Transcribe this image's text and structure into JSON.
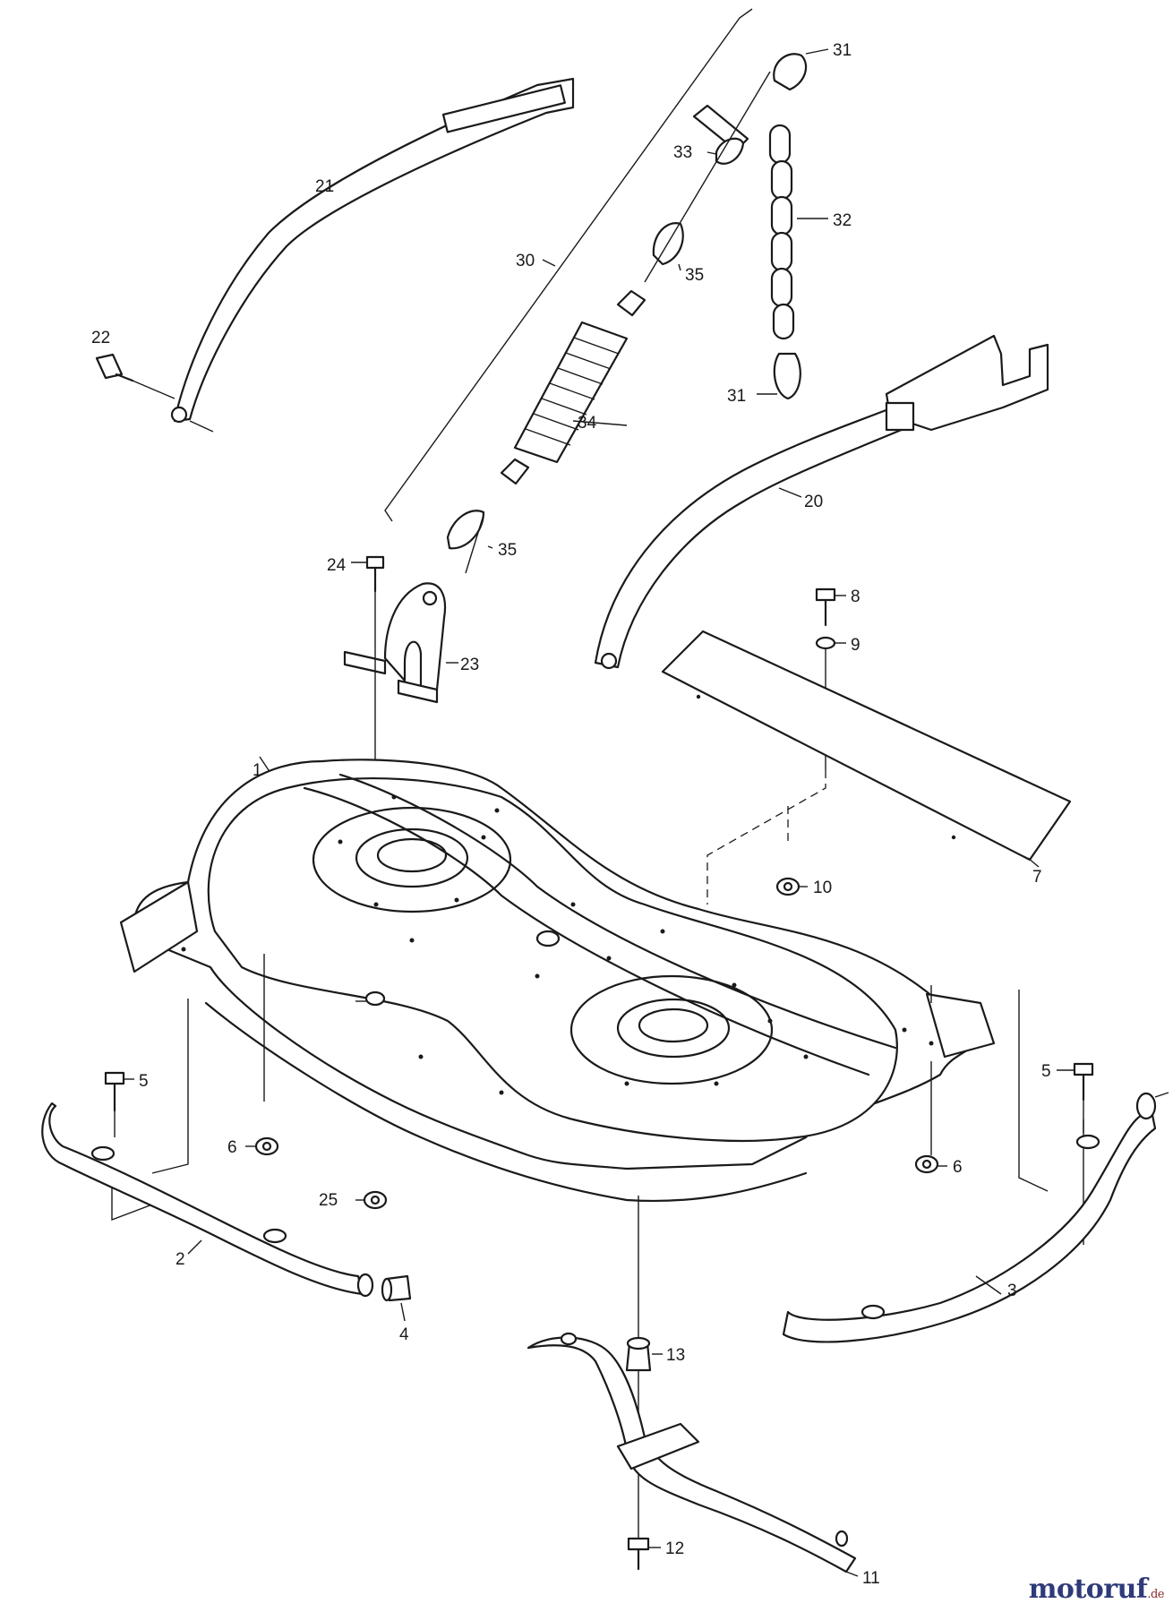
{
  "labels": {
    "p1": "1",
    "p2": "2",
    "p3": "3",
    "p4": "4",
    "p5a": "5",
    "p5b": "5",
    "p6a": "6",
    "p6b": "6",
    "p7": "7",
    "p8": "8",
    "p9": "9",
    "p10": "10",
    "p11": "11",
    "p12": "12",
    "p13": "13",
    "p20": "20",
    "p21": "21",
    "p22": "22",
    "p23": "23",
    "p24": "24",
    "p25": "25",
    "p30": "30",
    "p31a": "31",
    "p31b": "31",
    "p32": "32",
    "p33": "33",
    "p34": "34",
    "p35a": "35",
    "p35b": "35"
  },
  "watermark": {
    "brand": "motoruf",
    "tld": ".de"
  },
  "colors": {
    "line": "#1a1a1a",
    "background": "#ffffff",
    "brand": "#2f3a7a"
  }
}
